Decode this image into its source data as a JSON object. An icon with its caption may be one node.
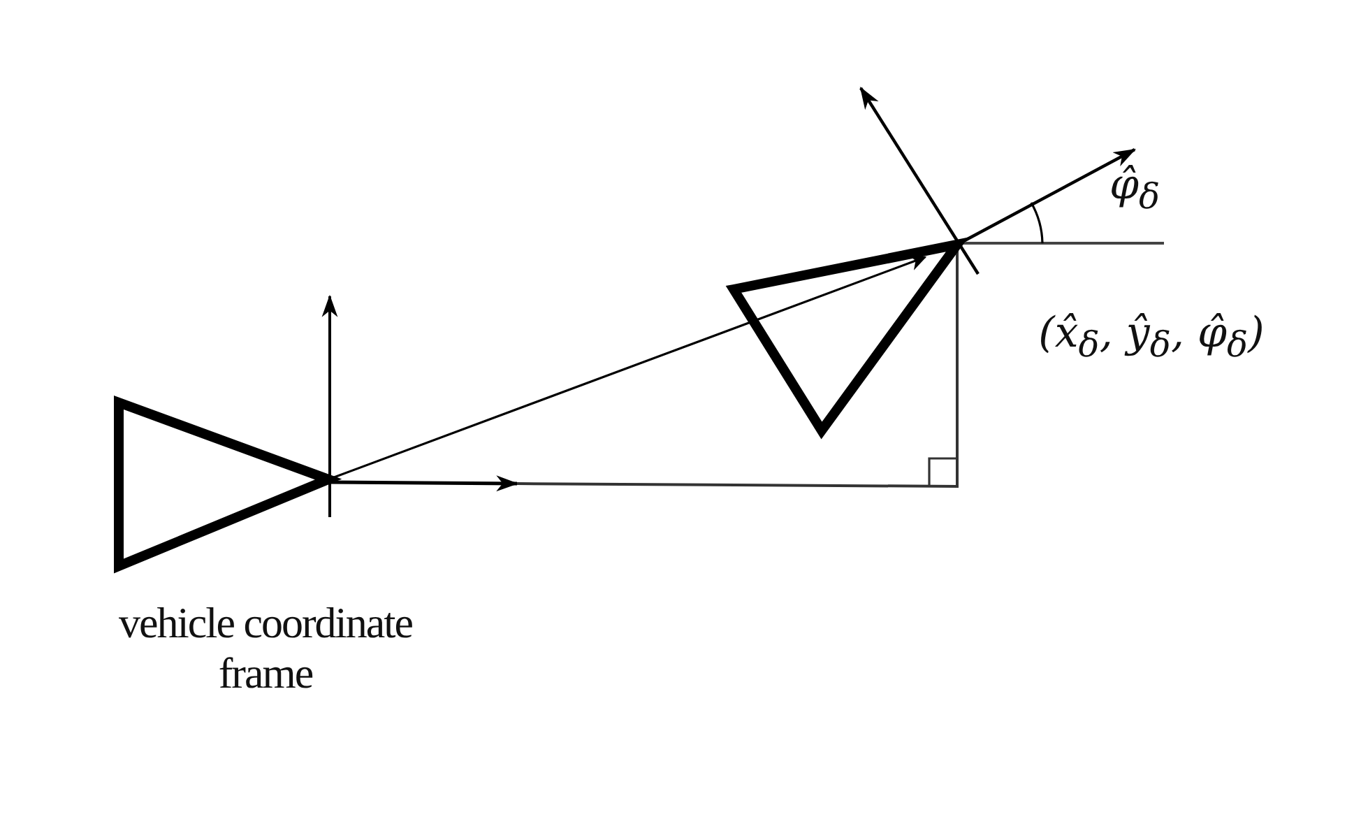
{
  "diagram": {
    "nodes": [
      {
        "text": [],
        "shape": "triangle",
        "beside": [
          "vehicle coordinate frame"
        ]
      },
      {
        "text": [],
        "shape": "triangle",
        "beside": [
          "(x̂$_{δ}$, ŷ$_{δ}$, φ̂$_{δ}$)"
        ]
      }
    ],
    "edges": [
      {
        "from": 0,
        "to": 1,
        "arrow": "to"
      }
    ],
    "labels": [
      "φ̂$_{δ}$"
    ]
  }
}
